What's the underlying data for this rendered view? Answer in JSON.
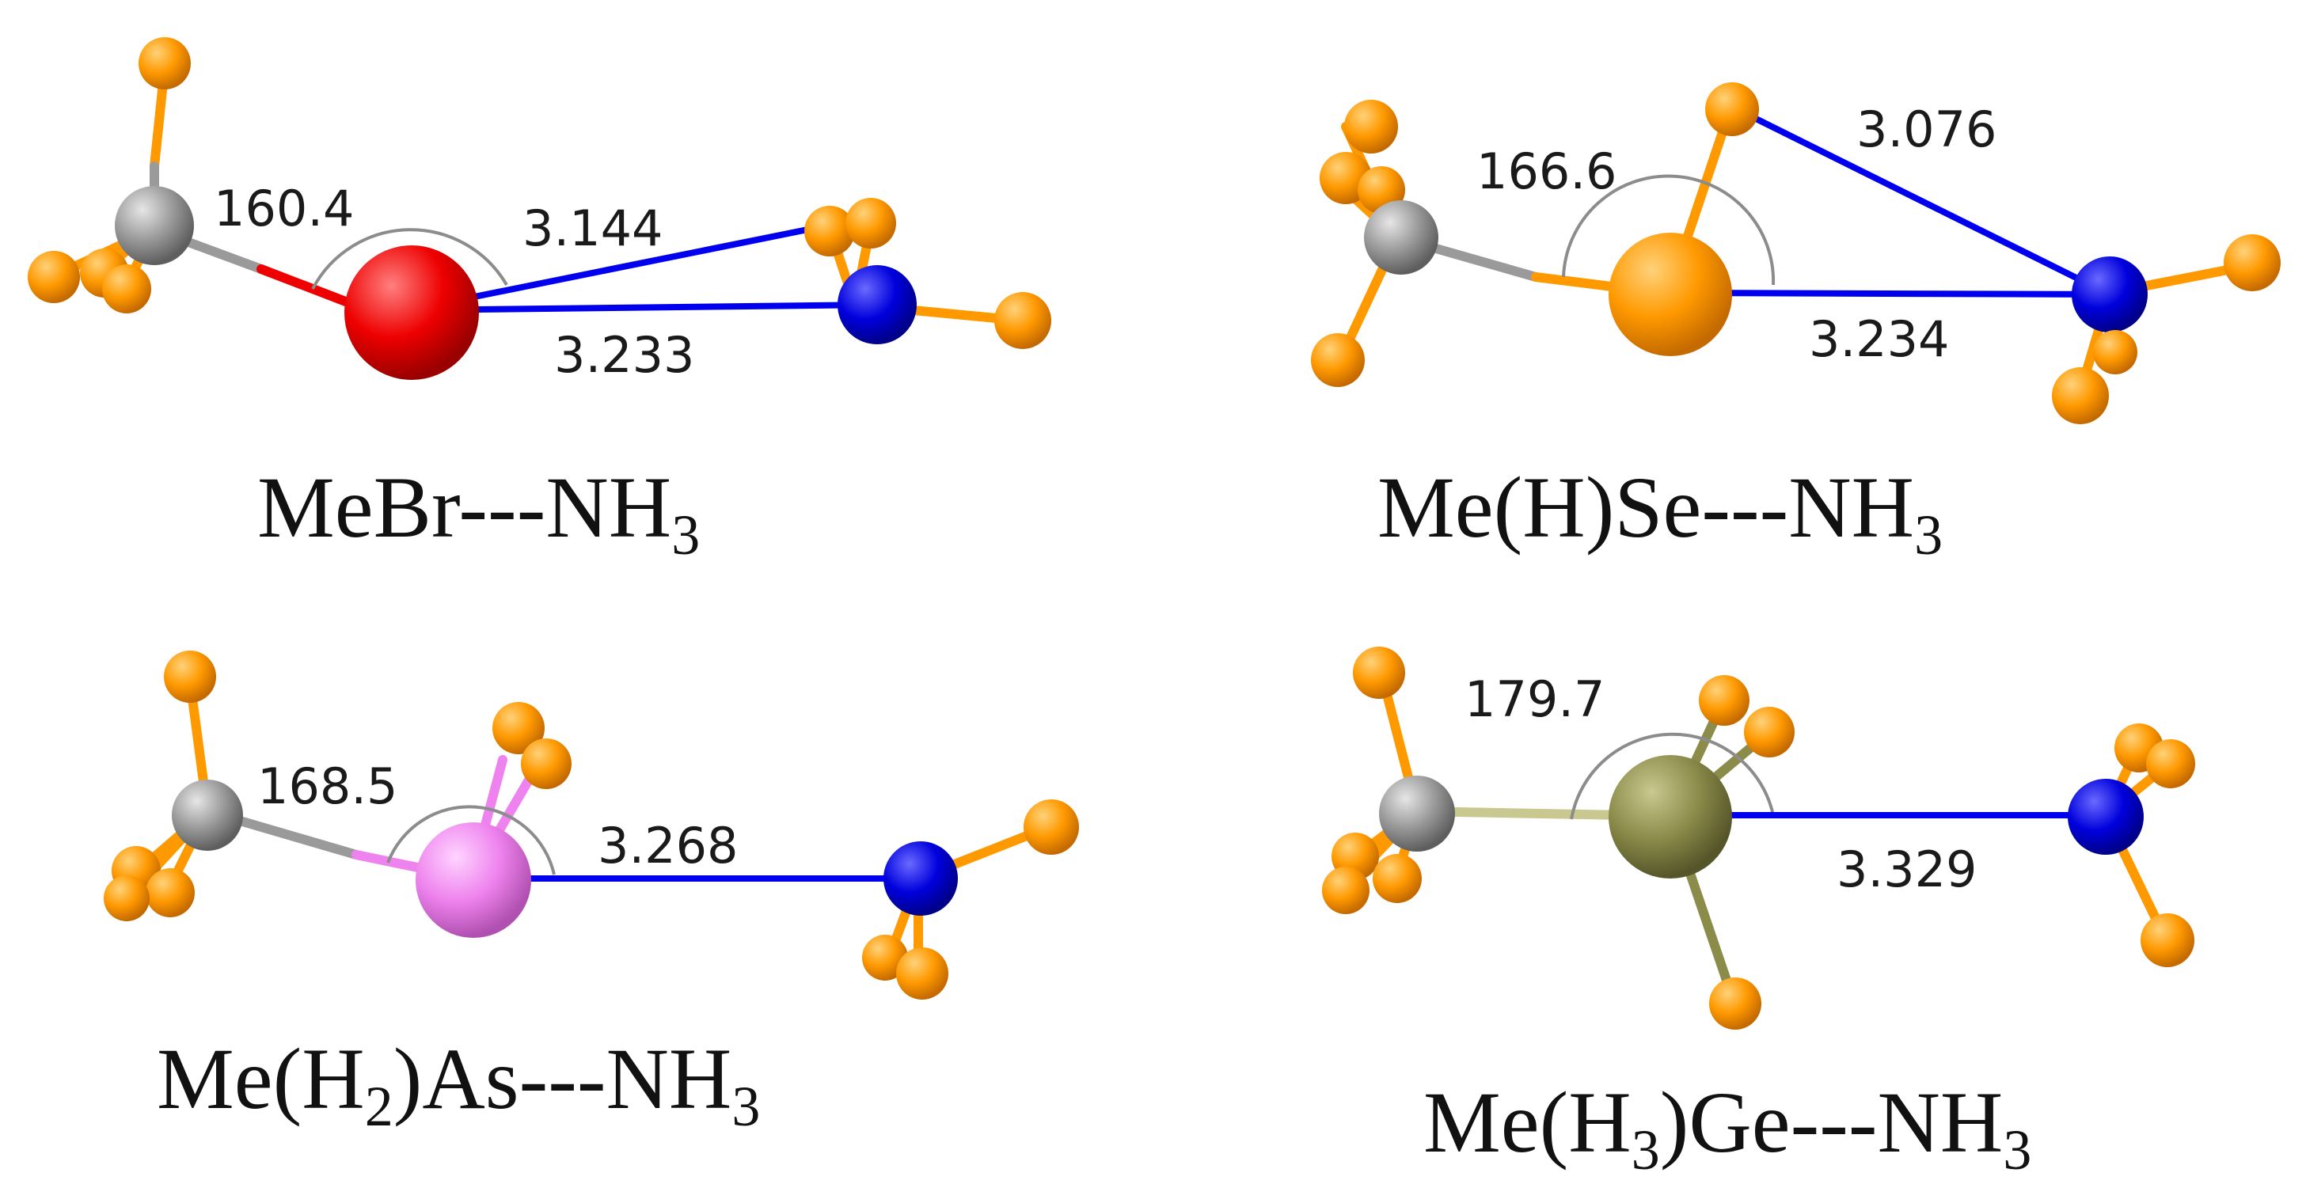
{
  "colors": {
    "hydrogen": "#ff9900",
    "carbon": "#9a9a9a",
    "nitrogen": "#0000dd",
    "bromine": "#ee0000",
    "selenium": "#ff9900",
    "arsenic": "#ee82ee",
    "germanium": "#8b8b4a",
    "contact_line": "#0000ee",
    "angle_arc": "#8c8c8c"
  },
  "panels": [
    {
      "id": "mebr",
      "caption": {
        "pre": "MeBr---NH",
        "sub": "3",
        "mid": "",
        "post": ""
      },
      "angle": "160.4",
      "distances": [
        "3.144",
        "3.233"
      ]
    },
    {
      "id": "mehse",
      "caption": {
        "pre": "Me(H)Se---NH",
        "sub": "3",
        "mid": "",
        "post": ""
      },
      "angle": "166.6",
      "distances": [
        "3.076",
        "3.234"
      ]
    },
    {
      "id": "meh2as",
      "caption": {
        "pre": "Me(H",
        "sub": "2",
        "mid": ")As---NH",
        "sub2": "3"
      },
      "angle": "168.5",
      "distances": [
        "3.268"
      ]
    },
    {
      "id": "meh3ge",
      "caption": {
        "pre": "Me(H",
        "sub": "3",
        "mid": ")Ge---NH",
        "sub2": "3"
      },
      "angle": "179.7",
      "distances": [
        "3.329"
      ]
    }
  ]
}
